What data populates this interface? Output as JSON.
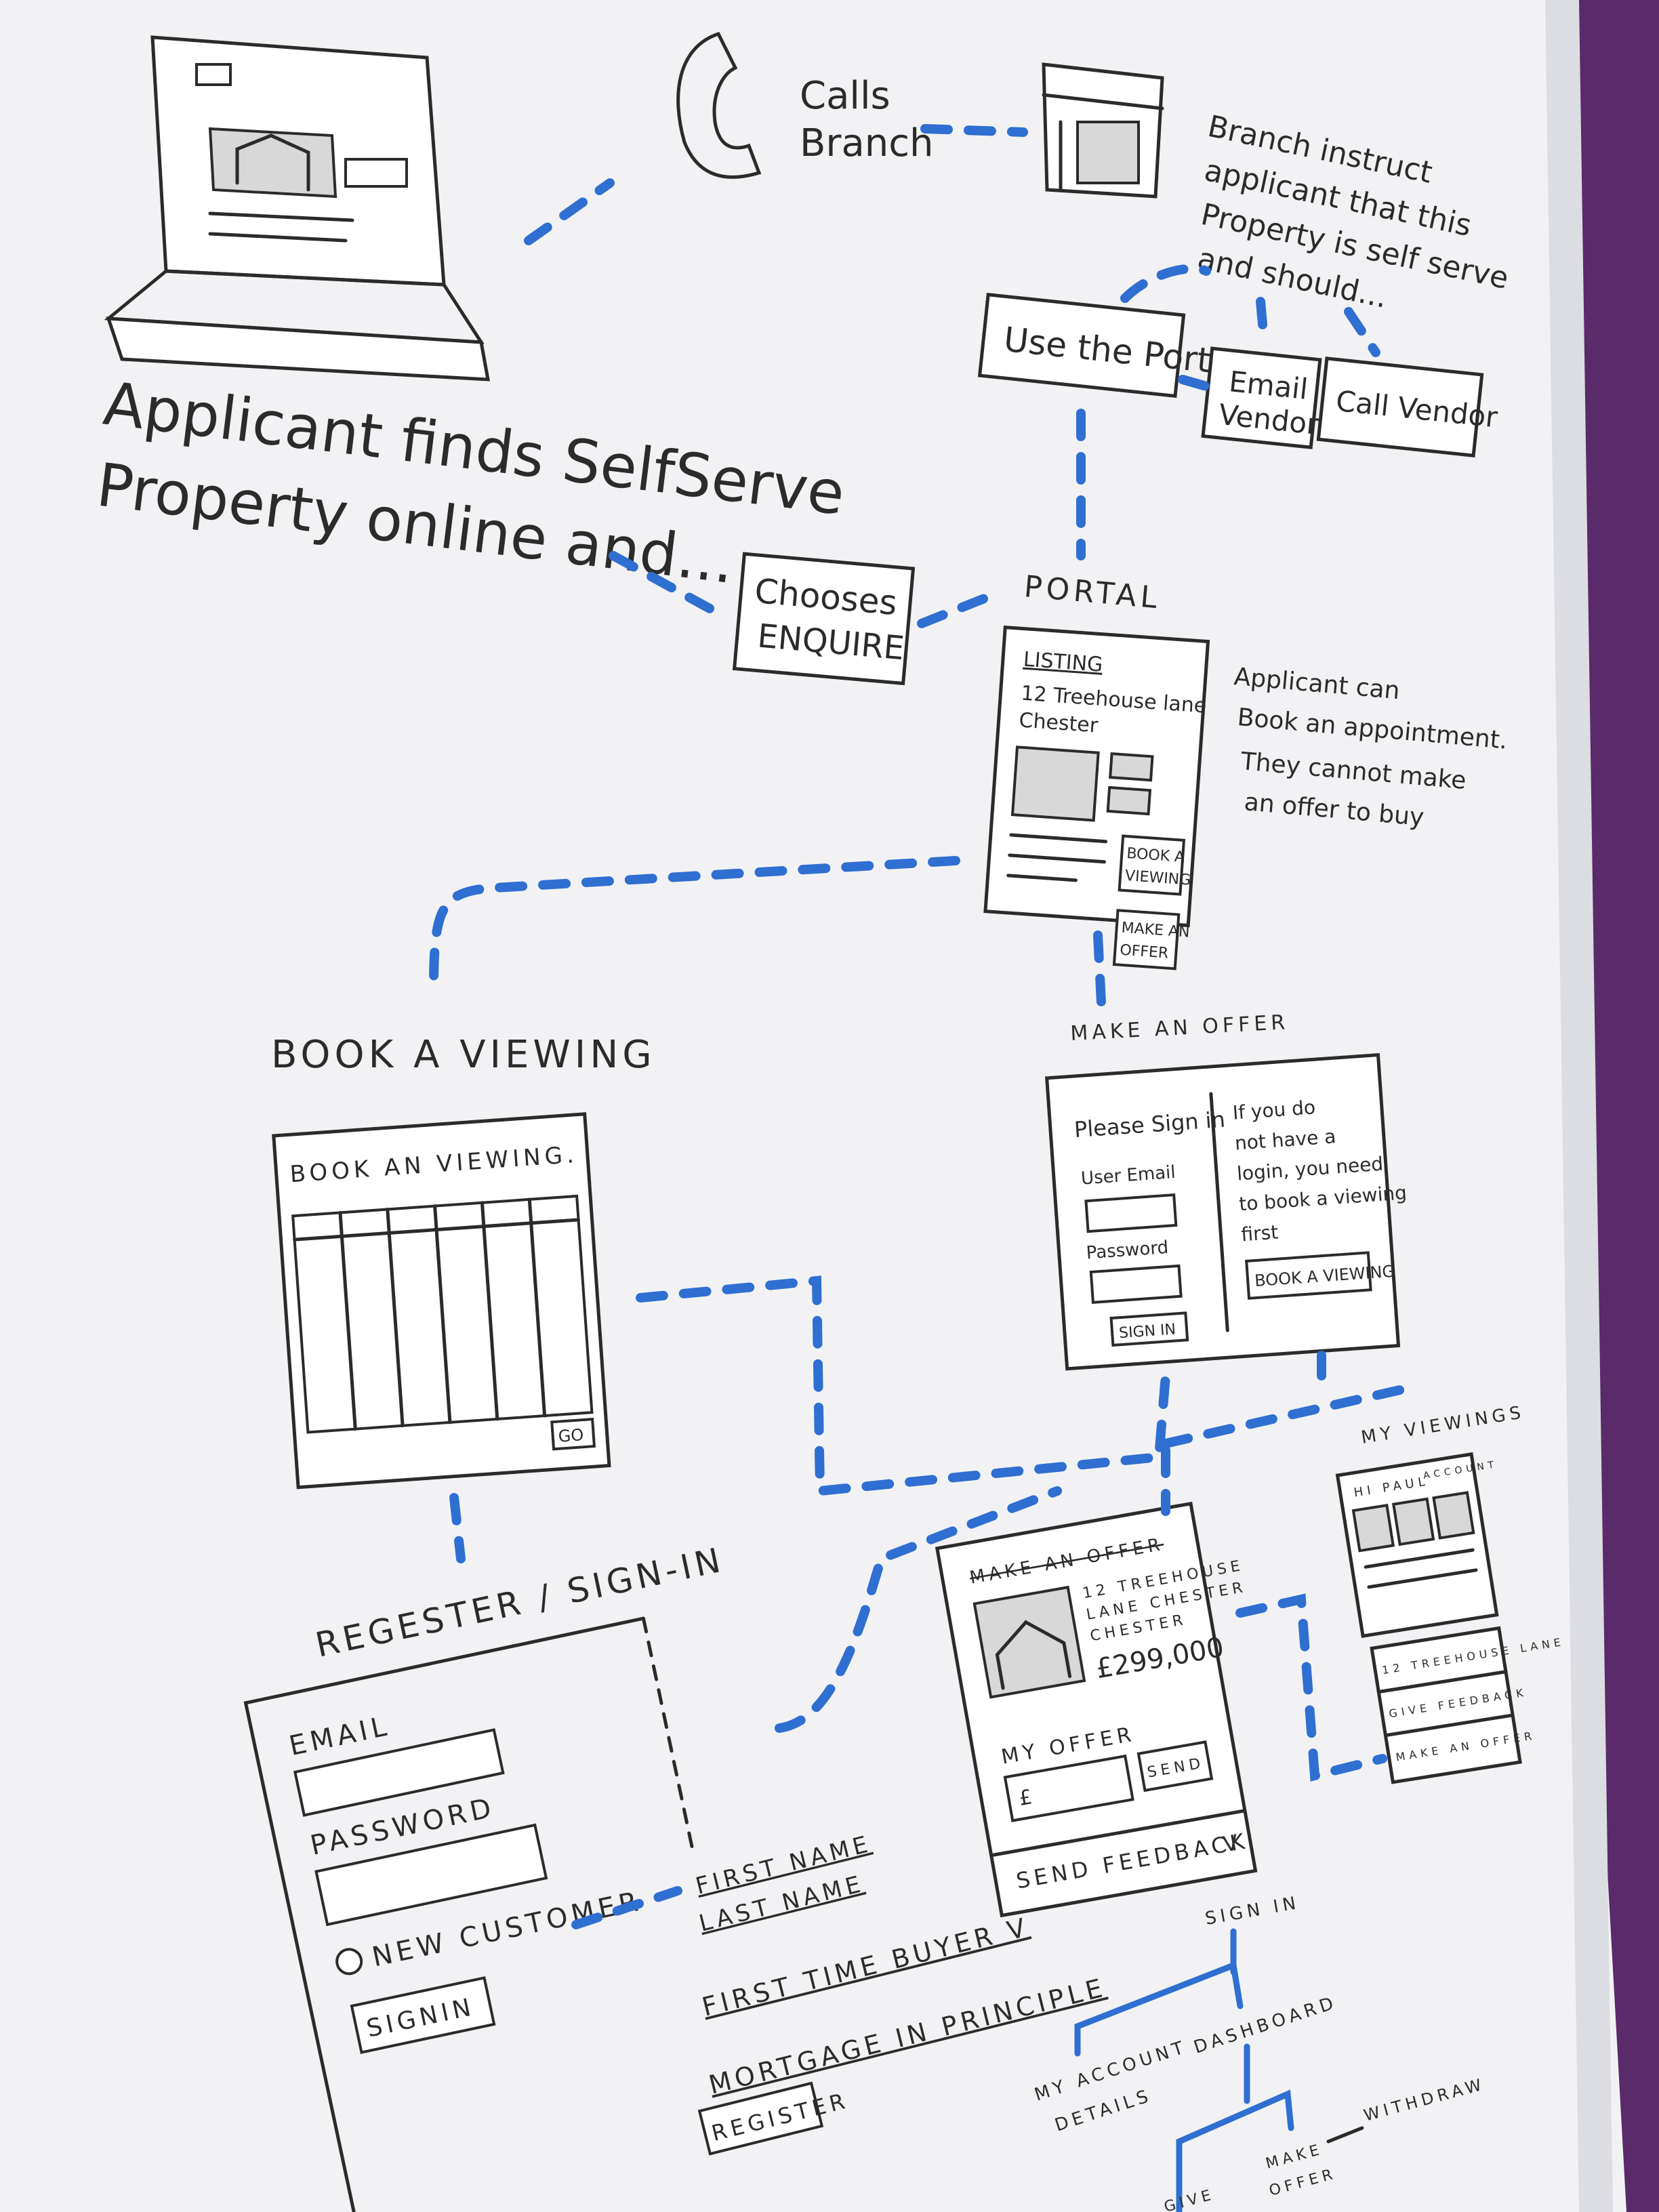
{
  "colors": {
    "paper": "#f2f2f4",
    "ink": "#2b2b2b",
    "connector": "#2f6fd1",
    "background": "#5a2a6a"
  },
  "intro": {
    "applicant_line1": "Applicant finds SelfServe",
    "applicant_line2": "Property online and...",
    "calls_line1": "Calls",
    "calls_line2": "Branch",
    "branch_note": [
      "Branch instruct",
      "applicant that this",
      "Property is self serve",
      "and should..."
    ],
    "chooses_line1": "Chooses",
    "chooses_line2": "ENQUIRE"
  },
  "options": {
    "use_portal": "Use the Portal",
    "email_line1": "Email",
    "email_line2": "Vendor",
    "call_vendor": "Call Vendor"
  },
  "portal": {
    "heading": "PORTAL",
    "listing_label": "LISTING",
    "address_line1": "12 Treehouse lane",
    "address_line2": "Chester",
    "book_line1": "BOOK A",
    "book_line2": "VIEWING",
    "offer_line1": "MAKE AN",
    "offer_line2": "OFFER",
    "note": [
      "Applicant can",
      "Book an appointment.",
      "They cannot make",
      "an offer to buy"
    ]
  },
  "book_viewing": {
    "heading": "BOOK A VIEWING",
    "panel_title": "BOOK AN VIEWING.",
    "go_button": "GO"
  },
  "make_offer": {
    "heading": "MAKE AN OFFER",
    "sign_in_prompt": "Please Sign in",
    "email_label": "User Email",
    "password_label": "Password",
    "sign_in_button": "SIGN IN",
    "note": [
      "If you do",
      "not have a",
      "login, you need",
      "to book a viewing",
      "first"
    ],
    "book_button": "BOOK A VIEWING"
  },
  "register": {
    "heading": "REGESTER / SIGN-IN",
    "email_label": "EMAIL",
    "password_label": "PASSWORD",
    "new_customer": "NEW CUSTOMER",
    "sign_in_button": "SIGNIN",
    "first_name": "FIRST NAME",
    "last_name": "LAST NAME",
    "first_time_buyer": "FIRST TIME BUYER V",
    "mortgage": "MORTGAGE IN PRINCIPLE",
    "register_button": "REGISTER"
  },
  "offer_screen": {
    "struck_title": "MAKE AN OFFER",
    "address": [
      "12 TREEHOUSE",
      "LANE CHESTER",
      "CHESTER"
    ],
    "price": "£299,000",
    "my_offer_label": "MY OFFER",
    "currency": "£",
    "send_button": "SEND",
    "send_feedback": "SEND FEEDBACK",
    "chevron": "V"
  },
  "my_viewings": {
    "heading": "MY VIEWINGS",
    "greeting": "HI PAUL",
    "account": "ACCOUNT",
    "items": [
      "12 TREEHOUSE LANE",
      "GIVE FEEDBACK",
      "MAKE AN OFFER"
    ]
  },
  "sitemap": {
    "root": "SIGN IN",
    "account_line1": "MY ACCOUNT",
    "account_line2": "DETAILS",
    "dashboard": "DASHBOARD",
    "offer_line1": "MAKE",
    "offer_line2": "OFFER",
    "withdraw": "WITHDRAW",
    "give": "GIVE"
  }
}
